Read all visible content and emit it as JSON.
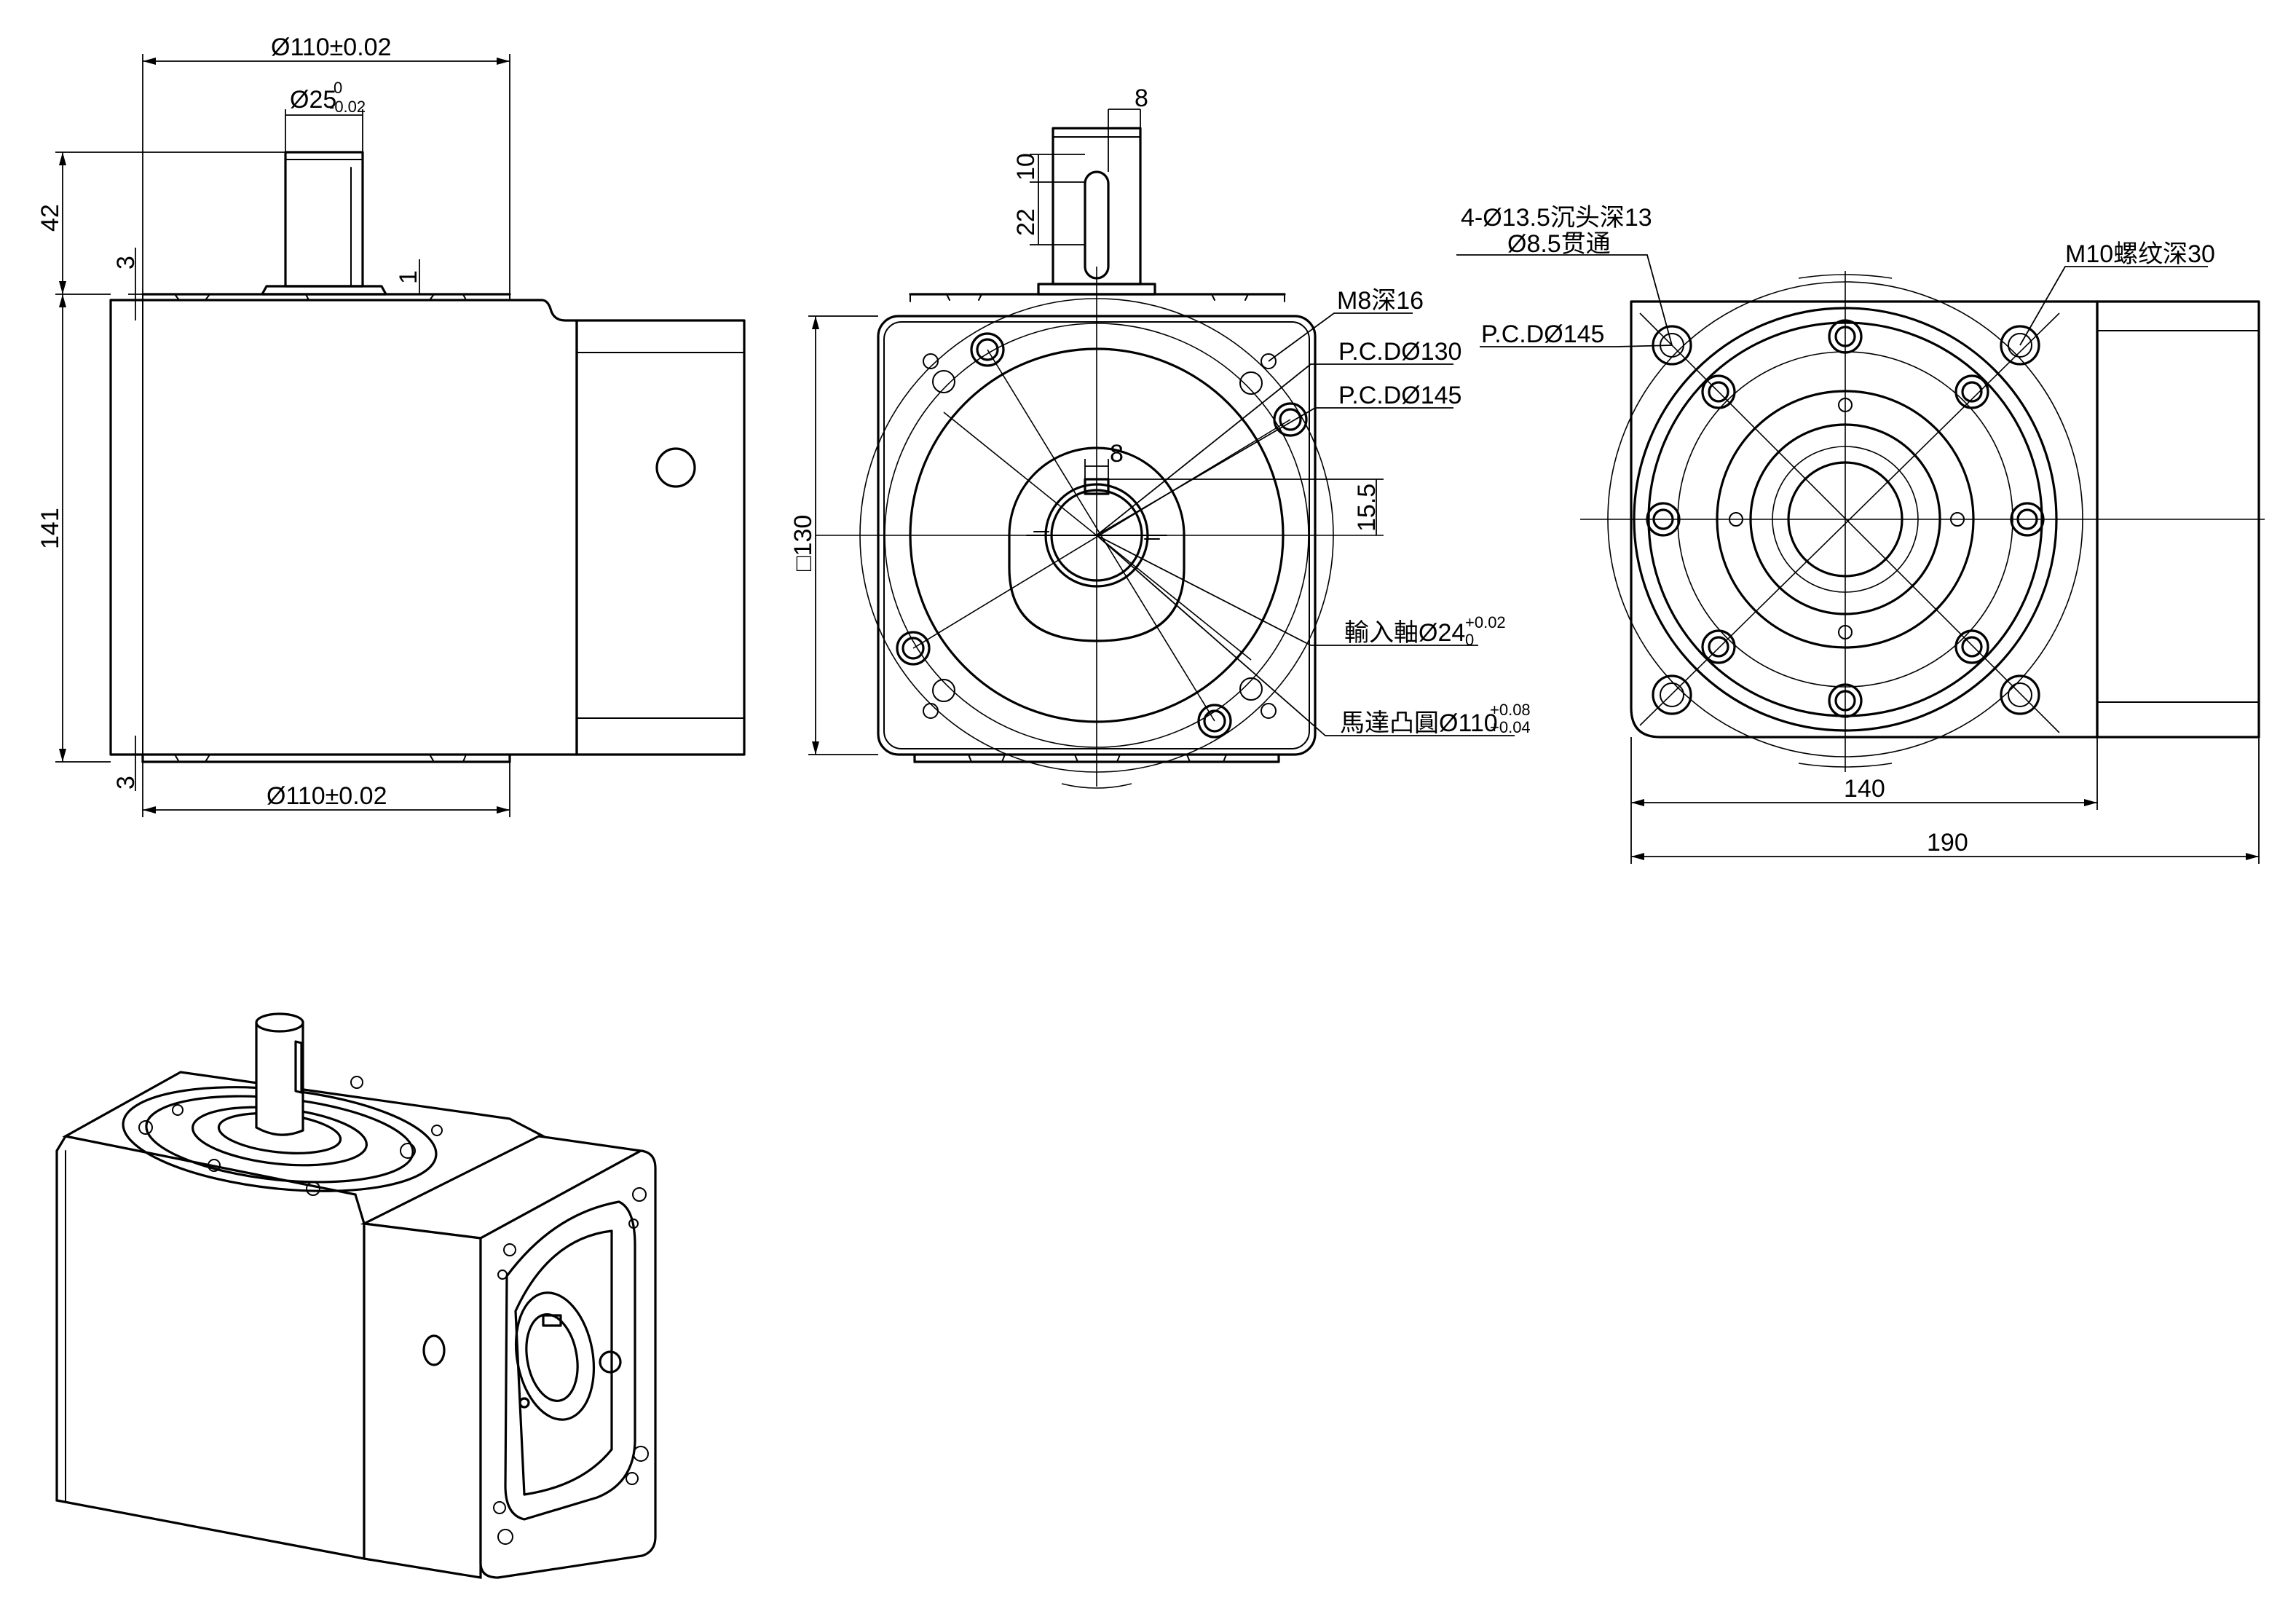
{
  "side_view": {
    "top_flange_dia": "Ø110±0.02",
    "shaft_dia_base": "Ø25",
    "shaft_dia_tol_upper": "0",
    "shaft_dia_tol_lower": "-0.02",
    "shaft_length": "42",
    "top_step": "3",
    "top_step_small": "1",
    "body_height": "141",
    "bottom_step": "3",
    "bottom_flange_dia": "Ø110±0.02"
  },
  "front_view": {
    "key_width_top": "8",
    "key_offset": "10",
    "key_length": "22",
    "square_size": "□130",
    "bore_key_width": "8",
    "bore_key_depth": "15.5",
    "tapped_holes": "M8深16",
    "pcd_1": "P.C.DØ130",
    "pcd_2": "P.C.DØ145",
    "input_shaft_base": "輸入軸Ø24",
    "input_shaft_tol_upper": "+0.02",
    "input_shaft_tol_lower": "0",
    "motor_spigot_base": "馬達凸圓Ø110",
    "motor_spigot_tol_upper": "+0.08",
    "motor_spigot_tol_lower": "+0.04"
  },
  "right_view": {
    "counterbore": "4-Ø13.5沉头深13",
    "through_hole": "Ø8.5贯通",
    "pcd": "P.C.DØ145",
    "thread": "M10螺纹深30",
    "flange_width": "140",
    "overall_length": "190"
  }
}
